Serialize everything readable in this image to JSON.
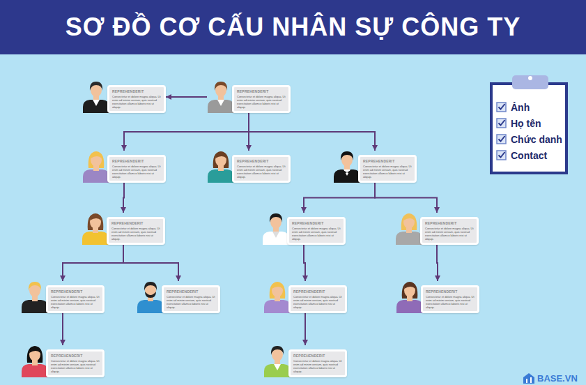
{
  "diagram": {
    "title": "SƠ ĐỒ CƠ CẤU NHÂN SỰ CÔNG TY",
    "nodes": [
      {
        "text": [
          "REPREHENDERIT",
          "Consectetur et dolore magna aliqua. Ut enim ad minim veniam, quis nostrud exercitation ullamco laboris nisi ut aliquip."
        ]
      },
      {
        "text": [
          "REPREHENDERIT",
          "Consectetur et dolore magna aliqua. Ut enim ad minim veniam, quis nostrud exercitation ullamco laboris nisi ut aliquip."
        ]
      },
      {
        "text": [
          "REPREHENDERIT",
          "Consectetur et dolore magna aliqua. Ut enim ad minim veniam, quis nostrud exercitation ullamco laboris nisi ut aliquip."
        ]
      },
      {
        "text": [
          "REPREHENDERIT",
          "Consectetur et dolore magna aliqua. Ut enim ad minim veniam, quis nostrud exercitation ullamco laboris nisi ut aliquip."
        ]
      },
      {
        "text": [
          "REPREHENDERIT",
          "Consectetur et dolore magna aliqua. Ut enim ad minim veniam, quis nostrud exercitation ullamco laboris nisi ut aliquip."
        ]
      },
      {
        "text": [
          "REPREHENDERIT",
          "Consectetur et dolore magna aliqua. Ut enim ad minim veniam, quis nostrud exercitation ullamco laboris nisi ut aliquip."
        ]
      },
      {
        "text": [
          "REPREHENDERIT",
          "Consectetur et dolore magna aliqua. Ut enim ad minim veniam, quis nostrud exercitation ullamco laboris nisi ut aliquip."
        ]
      },
      {
        "text": [
          "REPREHENDERIT",
          "Consectetur et dolore magna aliqua. Ut enim ad minim veniam, quis nostrud exercitation ullamco laboris nisi ut aliquip."
        ]
      },
      {
        "text": [
          "REPREHENDERIT",
          "Consectetur et dolore magna aliqua. Ut enim ad minim veniam, quis nostrud exercitation ullamco laboris nisi ut aliquip."
        ]
      },
      {
        "text": [
          "REPREHENDERIT",
          "Consectetur et dolore magna aliqua. Ut enim ad minim veniam, quis nostrud exercitation ullamco laboris nisi ut aliquip."
        ]
      },
      {
        "text": [
          "REPREHENDERIT",
          "Consectetur et dolore magna aliqua. Ut enim ad minim veniam, quis nostrud exercitation ullamco laboris nisi ut aliquip."
        ]
      },
      {
        "text": [
          "REPREHENDERIT",
          "Consectetur et dolore magna aliqua. Ut enim ad minim veniam, quis nostrud exercitation ullamco laboris nisi ut aliquip."
        ]
      },
      {
        "text": [
          "REPREHENDERIT",
          "Consectetur et dolore magna aliqua. Ut enim ad minim veniam, quis nostrud exercitation ullamco laboris nisi ut aliquip."
        ]
      },
      {
        "text": [
          "REPREHENDERIT",
          "Consectetur et dolore magna aliqua. Ut enim ad minim veniam, quis nostrud exercitation ullamco laboris nisi ut aliquip."
        ]
      }
    ],
    "edges": [
      {
        "from": 1,
        "to": 0,
        "arrow": "to"
      },
      {
        "from": 1,
        "to": 2,
        "arrow": "to"
      },
      {
        "from": 1,
        "to": 3,
        "arrow": "to"
      },
      {
        "from": 1,
        "to": 4,
        "arrow": "to"
      },
      {
        "from": 2,
        "to": 5,
        "arrow": "to"
      },
      {
        "from": 4,
        "to": 6,
        "arrow": "to"
      },
      {
        "from": 4,
        "to": 7,
        "arrow": "to"
      },
      {
        "from": 5,
        "to": 8,
        "arrow": "to"
      },
      {
        "from": 5,
        "to": 9,
        "arrow": "to"
      },
      {
        "from": 6,
        "to": 10,
        "arrow": "to"
      },
      {
        "from": 7,
        "to": 11,
        "arrow": "to"
      },
      {
        "from": 8,
        "to": 12,
        "arrow": "to"
      },
      {
        "from": 10,
        "to": 13,
        "arrow": "to"
      }
    ],
    "labels": [
      "BASE.VN"
    ],
    "legend": [
      {
        "text": "Ảnh"
      },
      {
        "text": "Họ tên"
      },
      {
        "text": "Chức danh"
      },
      {
        "text": "Contact"
      }
    ]
  }
}
